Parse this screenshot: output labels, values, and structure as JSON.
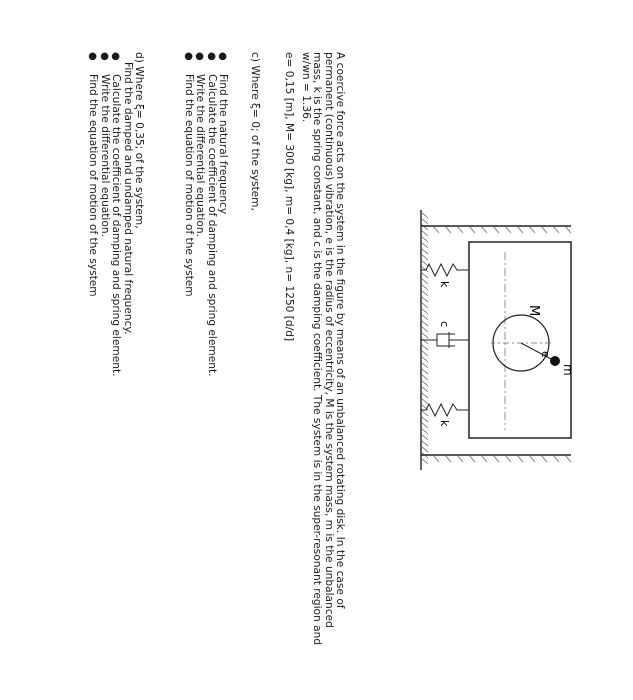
{
  "figure": {
    "mass_label": "M",
    "unbalanced_mass_label": "m",
    "eccentricity_label": "e",
    "spring_left_label": "k",
    "damper_label": "c",
    "spring_right_label": "k"
  },
  "problem_text": [
    "A coercive force acts on the system in the figure by means of an unbalanced rotating disk. In the case of",
    "permanent (continuous) vibration, e is the radius of eccentricity, M is the system mass, m is the unbalanced",
    "mass, k is the spring constant, and c is the damping coefficient. The system is in the super-resonant region and",
    "w/wn = 1.36."
  ],
  "parameters": "e= 0,15 [m], M= 300 [kg], m= 0,4 [kg], n= 1250 [d/d]",
  "section_c": {
    "heading": "c) Where ξ= 0; of the system,",
    "items": [
      "Find the natural frequency",
      "Calculate the coefficient of damping and spring element.",
      "Write the differential equation.",
      "Find the equation of motion of the system"
    ]
  },
  "section_d": {
    "heading": "d) Where ξ= 0,35; of the system,",
    "sub": "Find the damped and undamped natural frequency.",
    "items": [
      "Calculate the coefficient of damping and spring element.",
      "Write the differential equation.",
      "Find the equation of motion of the system"
    ]
  }
}
